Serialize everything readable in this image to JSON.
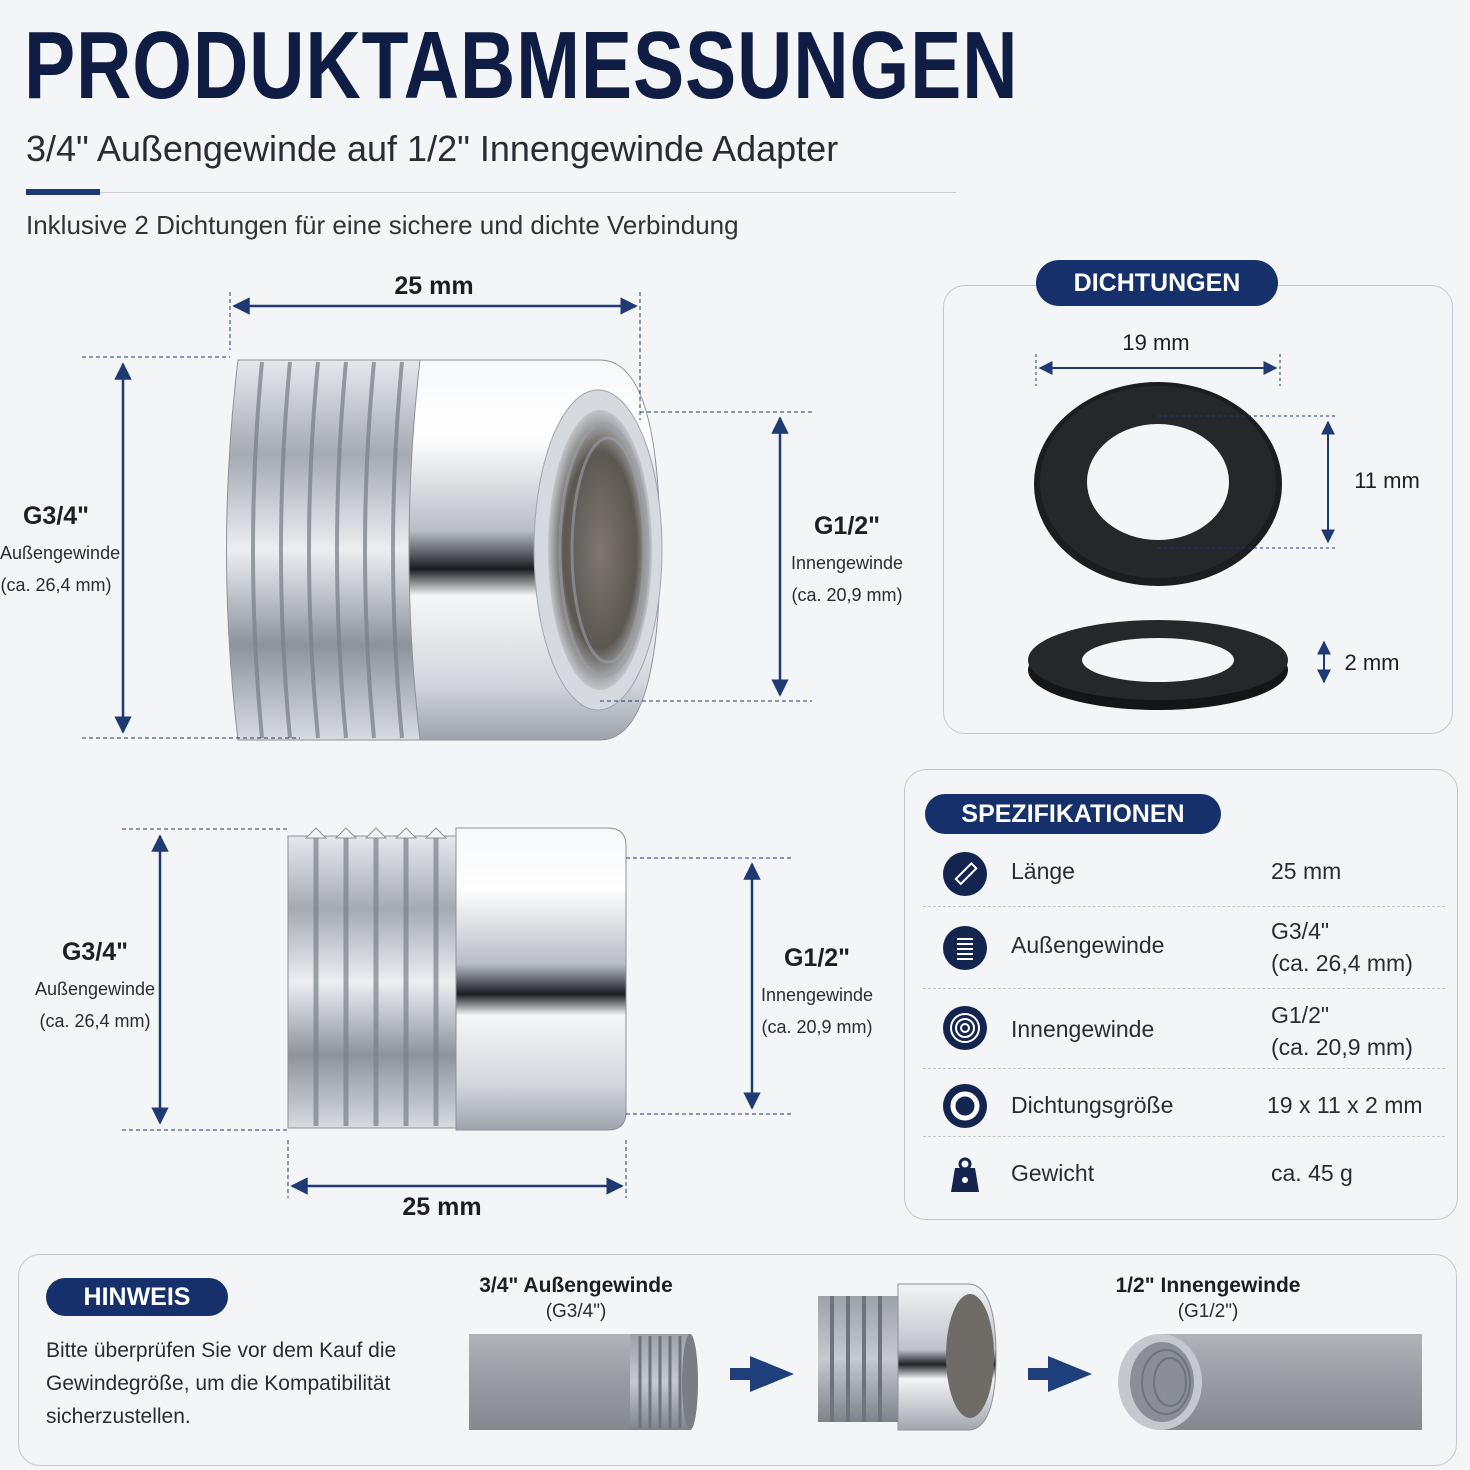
{
  "header": {
    "title": "PRODUKTABMESSUNGEN",
    "subtitle": "3/4\" Außengewinde auf 1/2\" Innengewinde Adapter",
    "tagline": "Inklusive 2 Dichtungen für eine sichere und dichte Verbindung"
  },
  "product_view_1": {
    "length": "25 mm",
    "outer_thread": {
      "name": "G3/4\"",
      "type": "Außengewinde",
      "size": "(ca. 26,4 mm)"
    },
    "inner_thread": {
      "name": "G1/2\"",
      "type": "Innengewinde",
      "size": "(ca. 20,9 mm)"
    }
  },
  "product_view_2": {
    "length": "25 mm",
    "outer_thread": {
      "name": "G3/4\"",
      "type": "Außengewinde",
      "size": "(ca. 26,4 mm)"
    },
    "inner_thread": {
      "name": "G1/2\"",
      "type": "Innengewinde",
      "size": "(ca. 20,9 mm)"
    }
  },
  "gaskets": {
    "title": "DICHTUNGEN",
    "outer_diameter": "19 mm",
    "inner_diameter": "11 mm",
    "thickness": "2 mm"
  },
  "specs": {
    "title": "SPEZIFIKATIONEN",
    "rows": [
      {
        "icon": "ruler-icon",
        "label": "Länge",
        "value": "25 mm",
        "value2": ""
      },
      {
        "icon": "outer-thread-icon",
        "label": "Außengewinde",
        "value": "G3/4\"",
        "value2": "(ca. 26,4 mm)"
      },
      {
        "icon": "inner-thread-icon",
        "label": "Innengewinde",
        "value": "G1/2\"",
        "value2": "(ca. 20,9 mm)"
      },
      {
        "icon": "gasket-ring-icon",
        "label": "Dichtungsgröße",
        "value": "19 x 11 x 2 mm",
        "value2": ""
      },
      {
        "icon": "weight-icon",
        "label": "Gewicht",
        "value": "ca. 45 g",
        "value2": ""
      }
    ]
  },
  "note": {
    "title": "HINWEIS",
    "text": "Bitte überprüfen Sie vor dem Kauf die Gewindegröße, um die Kompatibilität sicherzustellen.",
    "flow_left_label": "3/4\" Außengewinde",
    "flow_left_sub": "(G3/4\")",
    "flow_right_label": "1/2\" Innengewinde",
    "flow_right_sub": "(G1/2\")"
  },
  "colors": {
    "navy": "#15306a",
    "title_navy": "#0f1d45",
    "arrow_blue": "#1f3f7a",
    "chrome": "#c9ccd2"
  }
}
